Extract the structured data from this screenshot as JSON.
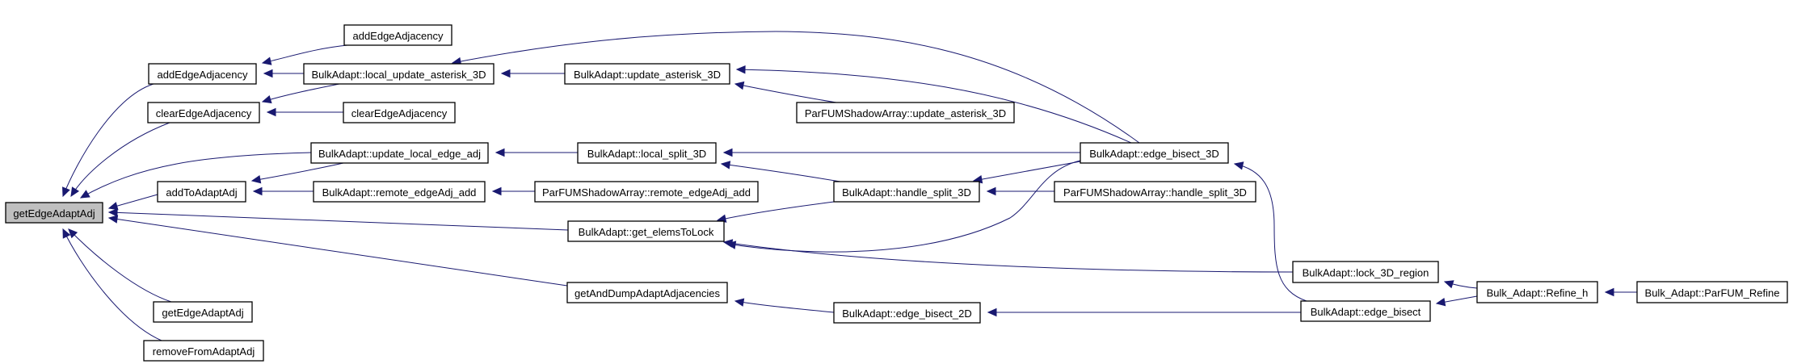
{
  "graph": {
    "title": "getEdgeAdaptAdj caller graph",
    "edge_color": "#191970",
    "root_fill": "#bfbfbf",
    "nodes": [
      {
        "id": "root",
        "label": "getEdgeAdaptAdj",
        "root": true
      },
      {
        "id": "addEA1",
        "label": "addEdgeAdjacency"
      },
      {
        "id": "clearEA1",
        "label": "clearEdgeAdjacency"
      },
      {
        "id": "addEA2",
        "label": "addEdgeAdjacency"
      },
      {
        "id": "localUpdAst",
        "label": "BulkAdapt::local_update_asterisk_3D"
      },
      {
        "id": "clearEA2",
        "label": "clearEdgeAdjacency"
      },
      {
        "id": "updAst",
        "label": "BulkAdapt::update_asterisk_3D"
      },
      {
        "id": "pfUpdAst",
        "label": "ParFUMShadowArray::update_asterisk_3D"
      },
      {
        "id": "updLocalEdge",
        "label": "BulkAdapt::update_local_edge_adj"
      },
      {
        "id": "localSplit",
        "label": "BulkAdapt::local_split_3D"
      },
      {
        "id": "edgeBisect3D",
        "label": "BulkAdapt::edge_bisect_3D"
      },
      {
        "id": "addToAA",
        "label": "addToAdaptAdj"
      },
      {
        "id": "remoteEA",
        "label": "BulkAdapt::remote_edgeAdj_add"
      },
      {
        "id": "pfRemoteEA",
        "label": "ParFUMShadowArray::remote_edgeAdj_add"
      },
      {
        "id": "handleSplit",
        "label": "BulkAdapt::handle_split_3D"
      },
      {
        "id": "pfHandleSplit",
        "label": "ParFUMShadowArray::handle_split_3D"
      },
      {
        "id": "getElems",
        "label": "BulkAdapt::get_elemsToLock"
      },
      {
        "id": "lock3D",
        "label": "BulkAdapt::lock_3D_region"
      },
      {
        "id": "refineH",
        "label": "Bulk_Adapt::Refine_h"
      },
      {
        "id": "parfumRefine",
        "label": "Bulk_Adapt::ParFUM_Refine"
      },
      {
        "id": "getAndDump",
        "label": "getAndDumpAdaptAdjacencies"
      },
      {
        "id": "edgeBisect2D",
        "label": "BulkAdapt::edge_bisect_2D"
      },
      {
        "id": "edgeBisect",
        "label": "BulkAdapt::edge_bisect"
      },
      {
        "id": "getEAA1",
        "label": "getEdgeAdaptAdj"
      },
      {
        "id": "removeFAA",
        "label": "removeFromAdaptAdj"
      }
    ],
    "edges": [
      {
        "from": "addEA1",
        "to": "root"
      },
      {
        "from": "clearEA1",
        "to": "root"
      },
      {
        "from": "updLocalEdge",
        "to": "root"
      },
      {
        "from": "addToAA",
        "to": "root"
      },
      {
        "from": "getElems",
        "to": "root"
      },
      {
        "from": "getAndDump",
        "to": "root"
      },
      {
        "from": "getEAA1",
        "to": "root"
      },
      {
        "from": "removeFAA",
        "to": "root"
      },
      {
        "from": "addEA2",
        "to": "addEA1"
      },
      {
        "from": "localUpdAst",
        "to": "addEA1"
      },
      {
        "from": "localUpdAst",
        "to": "clearEA1"
      },
      {
        "from": "clearEA2",
        "to": "clearEA1"
      },
      {
        "from": "updAst",
        "to": "localUpdAst"
      },
      {
        "from": "edgeBisect3D",
        "to": "localUpdAst"
      },
      {
        "from": "pfUpdAst",
        "to": "updAst"
      },
      {
        "from": "edgeBisect3D",
        "to": "updAst"
      },
      {
        "from": "localSplit",
        "to": "updLocalEdge"
      },
      {
        "from": "updLocalEdge",
        "to": "addToAA"
      },
      {
        "from": "remoteEA",
        "to": "addToAA"
      },
      {
        "from": "pfRemoteEA",
        "to": "remoteEA"
      },
      {
        "from": "edgeBisect3D",
        "to": "localSplit"
      },
      {
        "from": "handleSplit",
        "to": "localSplit"
      },
      {
        "from": "edgeBisect3D",
        "to": "handleSplit"
      },
      {
        "from": "pfHandleSplit",
        "to": "handleSplit"
      },
      {
        "from": "handleSplit",
        "to": "getElems"
      },
      {
        "from": "edgeBisect3D",
        "to": "getElems"
      },
      {
        "from": "lock3D",
        "to": "getElems"
      },
      {
        "from": "edgeBisect2D",
        "to": "getAndDump"
      },
      {
        "from": "edgeBisect",
        "to": "edgeBisect3D"
      },
      {
        "from": "edgeBisect",
        "to": "edgeBisect2D"
      },
      {
        "from": "refineH",
        "to": "lock3D"
      },
      {
        "from": "refineH",
        "to": "edgeBisect"
      },
      {
        "from": "parfumRefine",
        "to": "refineH"
      }
    ]
  }
}
